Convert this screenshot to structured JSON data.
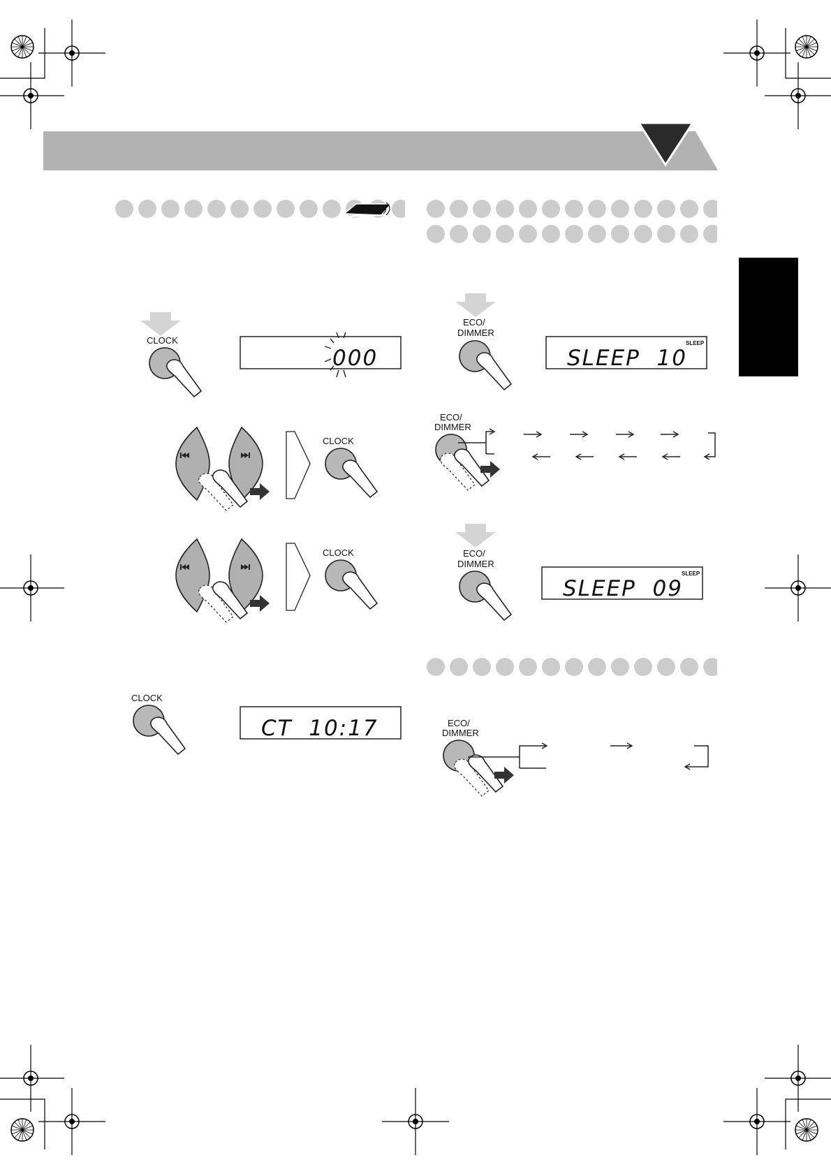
{
  "buttons": {
    "clock": "CLOCK",
    "eco_dimmer_line1": "ECO/",
    "eco_dimmer_line2": "DIMMER"
  },
  "displays": {
    "clock_setting": "000",
    "clock_result": "CT  10:17",
    "sleep_first": "SLEEP  10",
    "sleep_check": "SLEEP  09",
    "sleep_indicator": "SLEEP"
  },
  "icons": {
    "previous": "skip-back-icon",
    "next": "skip-forward-icon",
    "remote": "remote-control-icon"
  },
  "colors": {
    "header_band": "#b2b2b2",
    "dots": "#cccccc",
    "button_fill": "#b8b8b8",
    "tab": "#000000"
  }
}
